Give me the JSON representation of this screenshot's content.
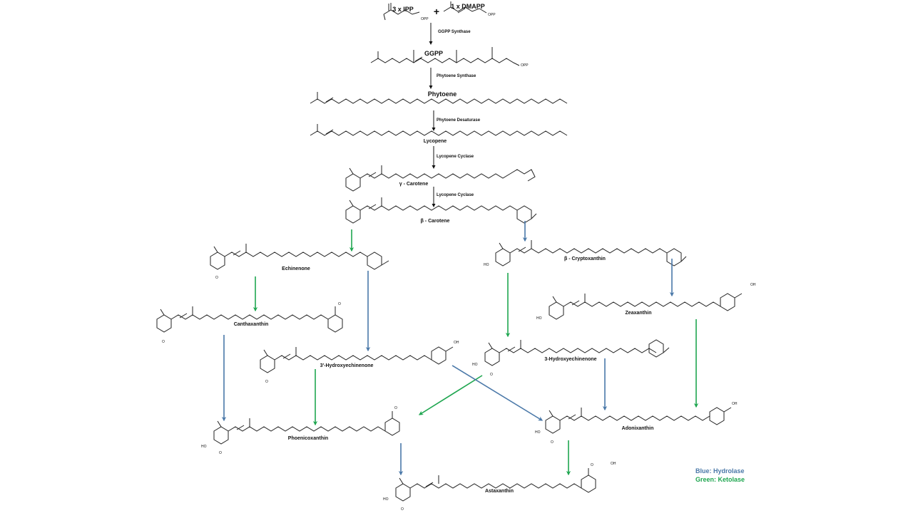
{
  "substrates": {
    "ipp": "3 x IPP",
    "plus": "+",
    "dmapp": "1 x DMAPP",
    "opp_ipp": "OPP",
    "opp_dmapp": "OPP",
    "opp_ggpp": "OPP"
  },
  "compounds": {
    "ggpp": "GGPP",
    "phytoene": "Phytoene",
    "lycopene": "Lycopene",
    "gamma_carotene": "γ - Carotene",
    "beta_carotene": "β - Carotene",
    "echinenone": "Echinenone",
    "beta_cryptoxanthin": "β - Cryptoxanthin",
    "canthaxanthin": "Canthaxanthin",
    "zeaxanthin": "Zeaxanthin",
    "hydroxyechinenone_prime": "3'-Hydroxyechinenone",
    "hydroxyechinenone": "3-Hydroxyechinenone",
    "phoenicoxanthin": "Phoenicoxanthin",
    "adonixanthin": "Adonixanthin",
    "astaxanthin": "Astaxanthin"
  },
  "enzymes": {
    "ggpp_synthase": "GGPP Synthase",
    "phytoene_synthase": "Phytoene Synthase",
    "phytoene_desaturase": "Phytoene Desaturase",
    "lycopene_cyclase_1": "Lycopene Cyclase",
    "lycopene_cyclase_2": "Lycopene Cyclase"
  },
  "groups": {
    "ho": "HO",
    "oh": "OH",
    "o": "O"
  },
  "legend": {
    "blue": "Blue: Hydrolase",
    "green": "Green: Ketolase"
  },
  "colors": {
    "hydrolase": "#4a78a8",
    "ketolase": "#1fa650",
    "structure": "#222222",
    "arrow_black": "#111111"
  }
}
